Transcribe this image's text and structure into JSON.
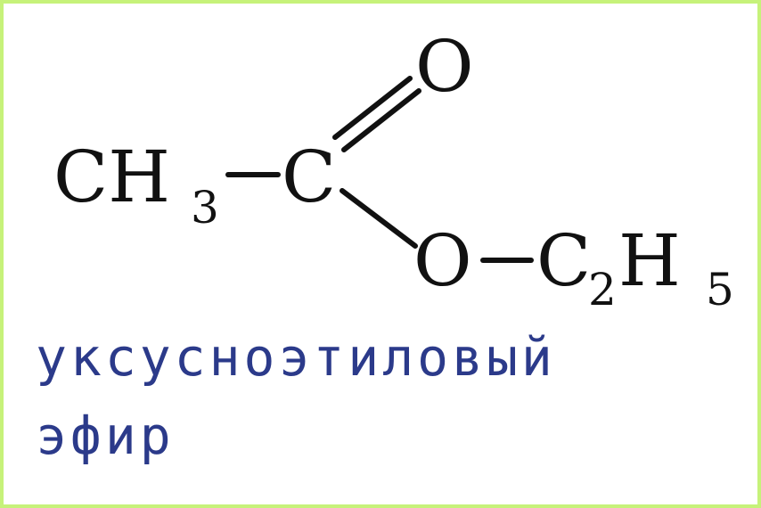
{
  "molecule": {
    "methyl": {
      "base": "CH",
      "sub": "3"
    },
    "carbonyl_carbon": "C",
    "carbonyl_oxygen": "O",
    "ester_oxygen": "O",
    "ethyl": {
      "c": "C",
      "c_sub": "2",
      "h": "H",
      "h_sub": "5"
    }
  },
  "caption": {
    "line1": "уксусноэтиловый",
    "line2": "эфир"
  },
  "colors": {
    "border": "#c6f27a",
    "caption": "#2b3a8a",
    "structure": "#111111"
  }
}
